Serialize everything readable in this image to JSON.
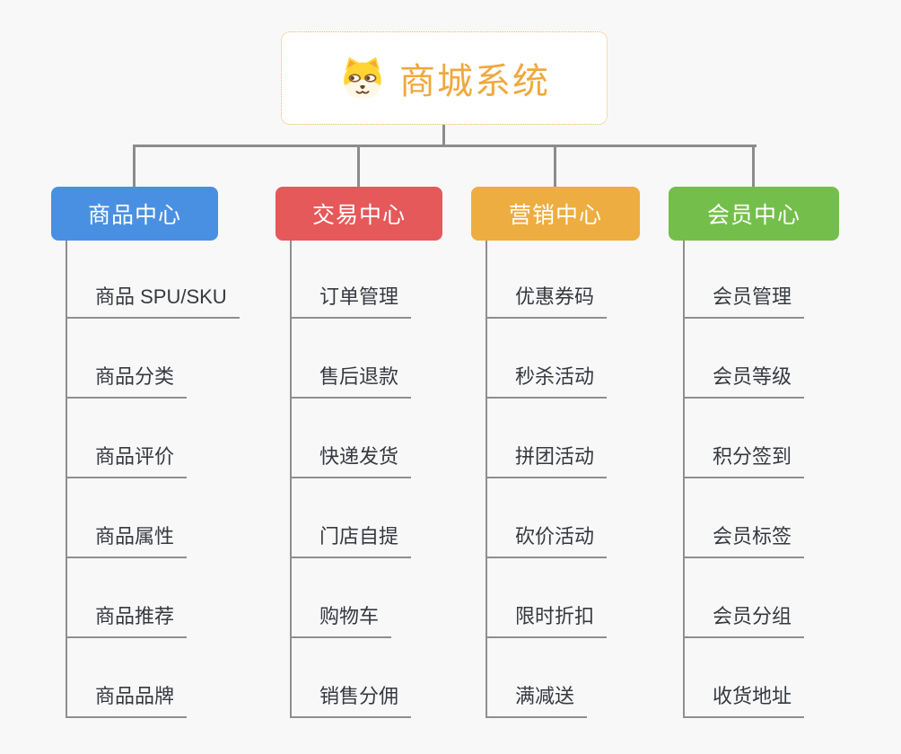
{
  "app": {
    "background_color": "#F8F8F8",
    "connector_color": "#8C8C8C"
  },
  "root": {
    "title": "商城系统",
    "icon": "shiba-dog-icon",
    "text_color": "#F0A83E",
    "border_color": "#F2B35C"
  },
  "branches": [
    {
      "id": "product-center",
      "label": "商品中心",
      "color": "#4A90E2",
      "items": [
        "商品 SPU/SKU",
        "商品分类",
        "商品评价",
        "商品属性",
        "商品推荐",
        "商品品牌"
      ]
    },
    {
      "id": "trade-center",
      "label": "交易中心",
      "color": "#E5595A",
      "items": [
        "订单管理",
        "售后退款",
        "快递发货",
        "门店自提",
        "购物车",
        "销售分佣"
      ]
    },
    {
      "id": "marketing-center",
      "label": "营销中心",
      "color": "#EDAD40",
      "items": [
        "优惠券码",
        "秒杀活动",
        "拼团活动",
        "砍价活动",
        "限时折扣",
        "满减送"
      ]
    },
    {
      "id": "member-center",
      "label": "会员中心",
      "color": "#74BF4C",
      "items": [
        "会员管理",
        "会员等级",
        "积分签到",
        "会员标签",
        "会员分组",
        "收货地址"
      ]
    }
  ]
}
